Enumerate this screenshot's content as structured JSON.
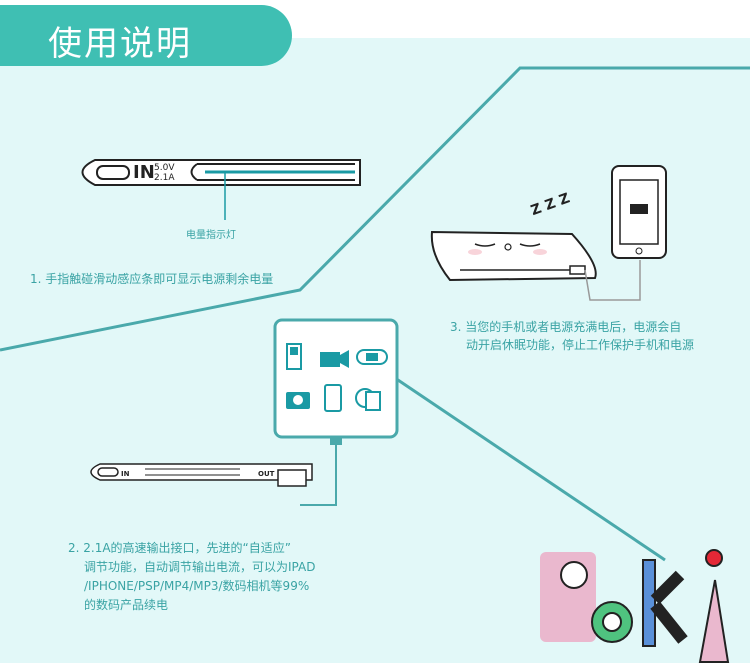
{
  "header": {
    "title": "使用说明"
  },
  "section1": {
    "indicator_label": "电量指示灯",
    "port_label": "IN",
    "port_spec_top": "5.0V",
    "port_spec_bottom": "2.1A",
    "caption": "1. 手指触碰滑动感应条即可显示电源剩余电量"
  },
  "section2": {
    "in_label": "IN",
    "out_label": "OUT",
    "caption_lines": [
      "2. 2.1A的高速输出接口，先进的“自适应”",
      "调节功能，自动调节输出电流，可以为IPAD",
      "/IPHONE/PSP/MP4/MP3/数码相机等99%",
      "的数码产品续电"
    ]
  },
  "section3": {
    "sleep_text": "Z Z Z",
    "caption_lines": [
      "3. 当您的手机或者电源充满电后，电源会自",
      "动开启休眠功能，停止工作保护手机和电源"
    ]
  },
  "device_icons": [
    "phone-icon",
    "camcorder-icon",
    "gamepad-icon",
    "camera-icon",
    "tablet-icon",
    "music-player-icon"
  ],
  "logo": {
    "text": "PoKi"
  },
  "colors": {
    "teal": "#3fbfb3",
    "panel": "#e2f8f8",
    "line": "#4aa9ab",
    "caption": "#3aa3a4",
    "logo_pink": "#eab8ce",
    "logo_green": "#4fc37f",
    "logo_blue": "#5a90d8",
    "logo_red": "#e32836"
  }
}
